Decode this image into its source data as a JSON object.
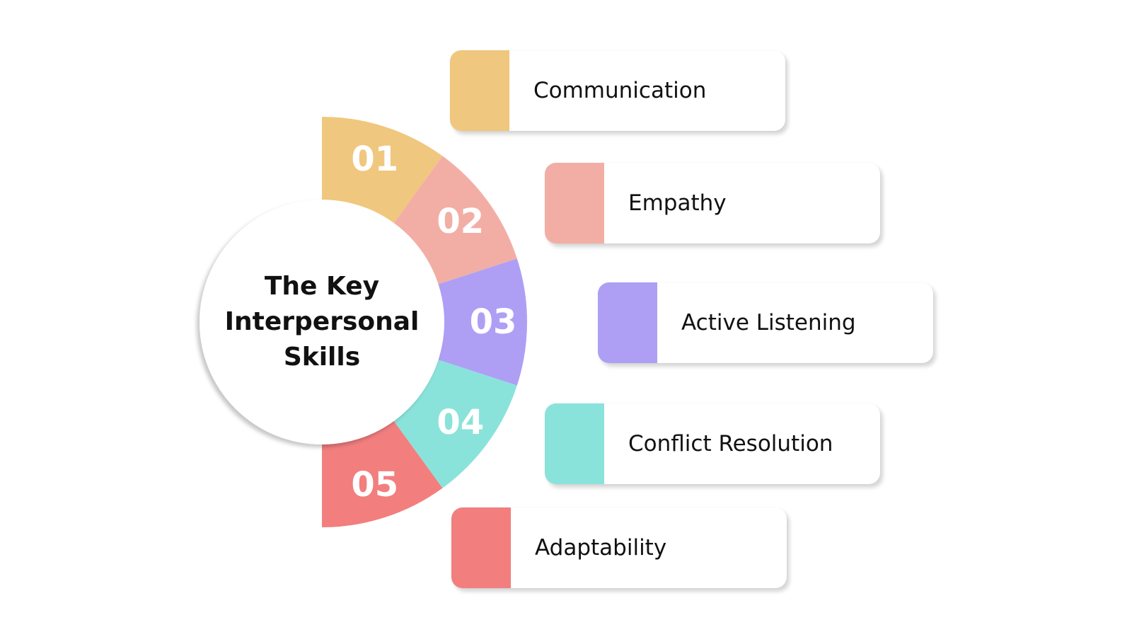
{
  "hub": {
    "title_lines": [
      "The Key",
      "Interpersonal",
      "Skills"
    ]
  },
  "segments": [
    {
      "number": "01",
      "color": "#F0C77E"
    },
    {
      "number": "02",
      "color": "#F2AEA5"
    },
    {
      "number": "03",
      "color": "#AE9FF5"
    },
    {
      "number": "04",
      "color": "#8AE3DA"
    },
    {
      "number": "05",
      "color": "#F27E7E"
    }
  ],
  "skills": [
    {
      "label": "Communication",
      "color": "#F0C77E"
    },
    {
      "label": "Empathy",
      "color": "#F2AEA5"
    },
    {
      "label": "Active Listening",
      "color": "#AE9FF5"
    },
    {
      "label": "Conflict Resolution",
      "color": "#8AE3DA"
    },
    {
      "label": "Adaptability",
      "color": "#F27E7E"
    }
  ]
}
